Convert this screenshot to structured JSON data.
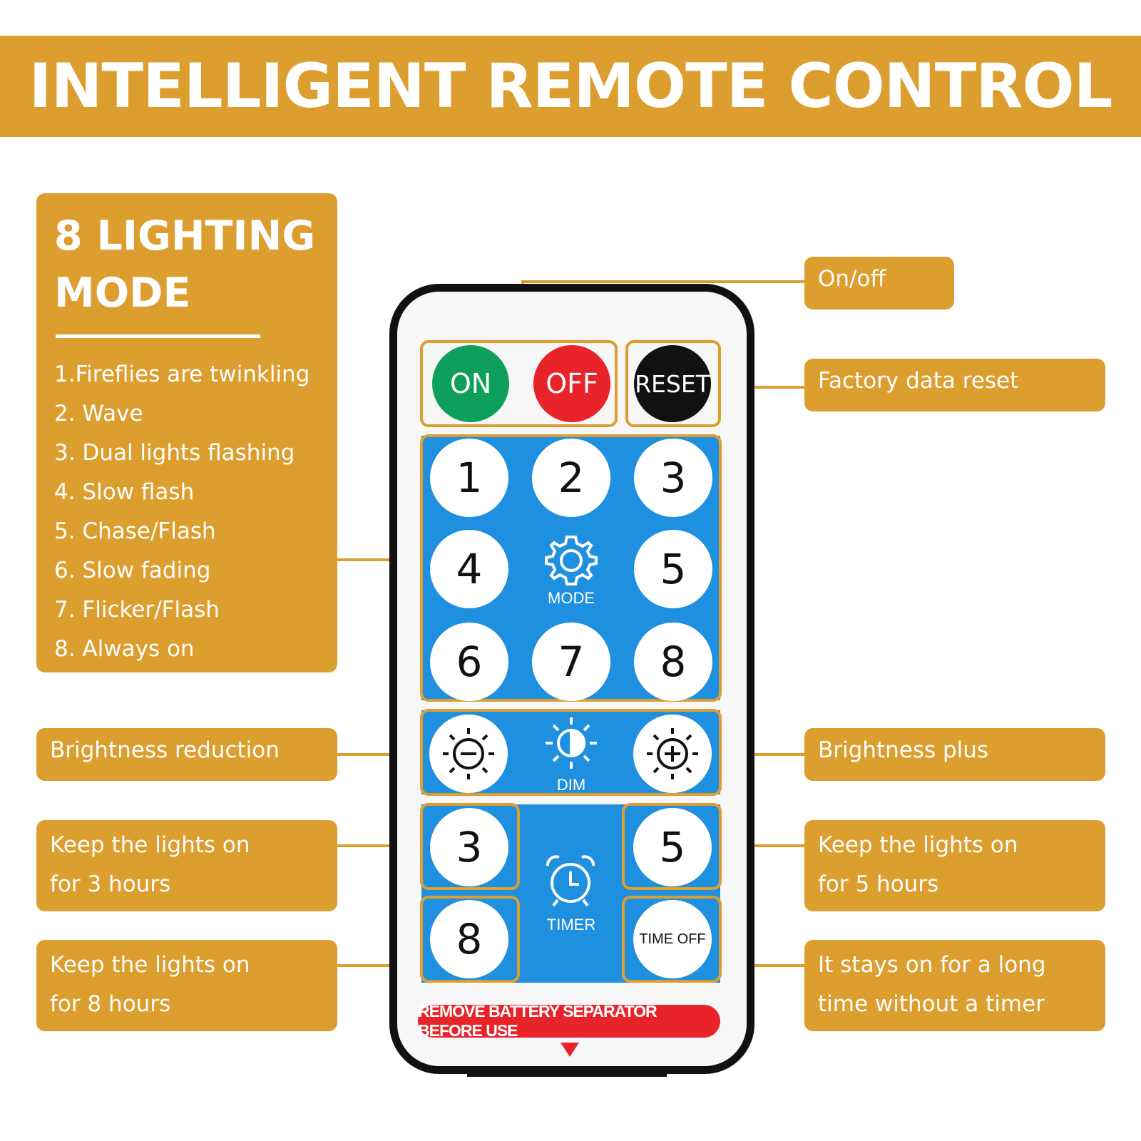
{
  "title": "INTELLIGENT REMOTE CONTROL",
  "colors": {
    "accent": "#DD9E30",
    "panel_blue": "#1f8fe0",
    "on_green": "#0ea05a",
    "off_red": "#e8232a",
    "reset_black": "#111111"
  },
  "modes_box": {
    "heading_line1": "8 LIGHTING",
    "heading_line2": "MODE",
    "items": [
      "1.Fireflies are twinkling",
      "2. Wave",
      "3. Dual lights flashing",
      "4. Slow flash",
      "5. Chase/Flash",
      "6. Slow fading",
      "7. Flicker/Flash",
      "8. Always on"
    ]
  },
  "labels": {
    "onoff": "On/off",
    "reset": "Factory data reset",
    "brightness_minus": "Brightness reduction",
    "brightness_plus": "Brightness plus",
    "timer3_line1": "Keep the lights on",
    "timer3_line2": "for 3 hours",
    "timer5_line1": "Keep the lights on",
    "timer5_line2": "for 5 hours",
    "timer8_line1": "Keep the lights on",
    "timer8_line2": "for 8 hours",
    "timeoff_line1": "It stays on for a long",
    "timeoff_line2": "time without a timer"
  },
  "remote": {
    "on": "ON",
    "off": "OFF",
    "reset": "RESET",
    "mode_buttons": [
      "1",
      "2",
      "3",
      "4",
      "5",
      "6",
      "7",
      "8"
    ],
    "mode_label": "MODE",
    "dim_label": "DIM",
    "timer_label": "TIMER",
    "timer_3": "3",
    "timer_5": "5",
    "timer_8": "8",
    "time_off": "TIME OFF",
    "separator_note": "REMOVE BATTERY SEPARATOR BEFORE USE",
    "icons": {
      "mode": "gear-icon",
      "dim": "half-sun-icon",
      "minus": "sun-minus-icon",
      "plus": "sun-plus-icon",
      "timer": "alarm-clock-icon",
      "arrow": "triangle-down-icon"
    }
  }
}
